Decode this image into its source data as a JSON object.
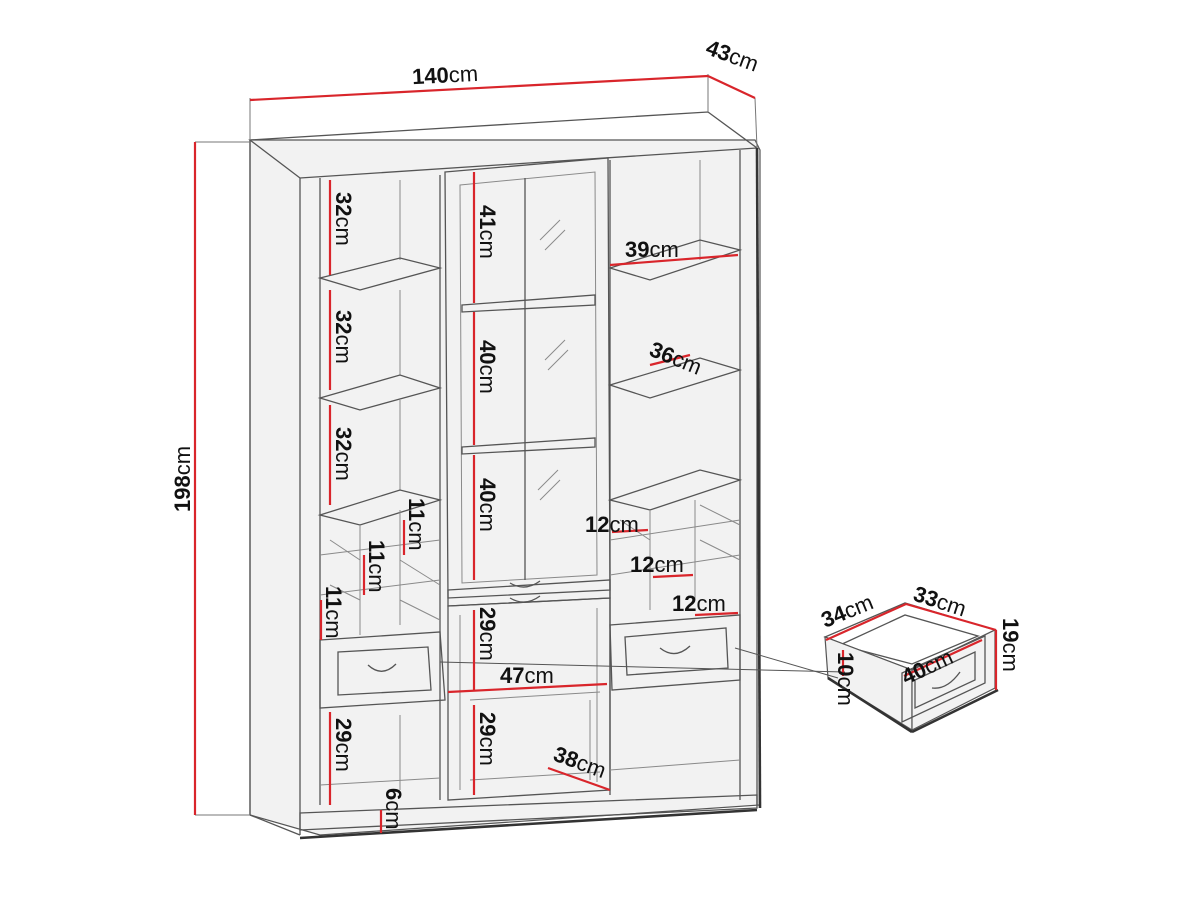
{
  "labels": {
    "width": {
      "value": "140",
      "unit": "cm"
    },
    "depth": {
      "value": "43",
      "unit": "cm"
    },
    "height": {
      "value": "198",
      "unit": "cm"
    },
    "left_shelf_1": {
      "value": "32",
      "unit": "cm"
    },
    "left_shelf_2": {
      "value": "32",
      "unit": "cm"
    },
    "left_shelf_3": {
      "value": "32",
      "unit": "cm"
    },
    "left_cubby_1": {
      "value": "11",
      "unit": "cm"
    },
    "left_cubby_2": {
      "value": "11",
      "unit": "cm"
    },
    "left_cubby_3": {
      "value": "11",
      "unit": "cm"
    },
    "left_bottom": {
      "value": "29",
      "unit": "cm"
    },
    "plinth": {
      "value": "6",
      "unit": "cm"
    },
    "center_top": {
      "value": "41",
      "unit": "cm"
    },
    "center_mid": {
      "value": "40",
      "unit": "cm"
    },
    "center_low": {
      "value": "40",
      "unit": "cm"
    },
    "center_door_1": {
      "value": "29",
      "unit": "cm"
    },
    "center_door_2": {
      "value": "29",
      "unit": "cm"
    },
    "center_width": {
      "value": "47",
      "unit": "cm"
    },
    "center_depth": {
      "value": "38",
      "unit": "cm"
    },
    "right_width": {
      "value": "39",
      "unit": "cm"
    },
    "right_depth": {
      "value": "36",
      "unit": "cm"
    },
    "right_cubby_1": {
      "value": "12",
      "unit": "cm"
    },
    "right_cubby_2": {
      "value": "12",
      "unit": "cm"
    },
    "right_cubby_3": {
      "value": "12",
      "unit": "cm"
    },
    "drawer_depth": {
      "value": "34",
      "unit": "cm"
    },
    "drawer_inner_w": {
      "value": "33",
      "unit": "cm"
    },
    "drawer_height": {
      "value": "19",
      "unit": "cm"
    },
    "drawer_inner_h": {
      "value": "10",
      "unit": "cm"
    },
    "drawer_front_w": {
      "value": "40",
      "unit": "cm"
    }
  },
  "colors": {
    "dimension_line": "#d9252b",
    "outline": "#555555"
  }
}
